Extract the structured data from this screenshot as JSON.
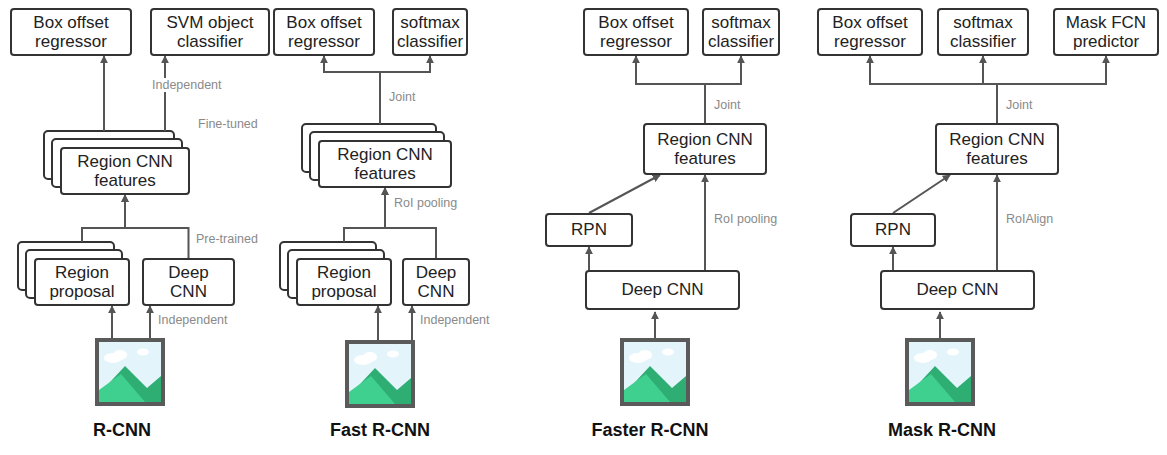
{
  "diagram": {
    "nodes": [
      {
        "text": [
          "Box offset regressor"
        ]
      },
      {
        "text": [
          "SVM object classifier"
        ]
      },
      {
        "text": [
          "Region CNN features"
        ]
      },
      {
        "text": [
          "Region proposal"
        ]
      },
      {
        "text": [
          "Deep CNN"
        ]
      },
      {
        "text": [
          "Box offset regressor"
        ]
      },
      {
        "text": [
          "softmax classifier"
        ]
      },
      {
        "text": [
          "Region CNN features"
        ]
      },
      {
        "text": [
          "Region proposal"
        ]
      },
      {
        "text": [
          "Deep CNN"
        ]
      },
      {
        "text": [
          "Box offset regressor"
        ]
      },
      {
        "text": [
          "softmax classifier"
        ]
      },
      {
        "text": [
          "Region CNN features"
        ]
      },
      {
        "text": [
          "RPN"
        ]
      },
      {
        "text": [
          "Deep CNN"
        ]
      },
      {
        "text": [
          "Box offset regressor"
        ]
      },
      {
        "text": [
          "softmax classifier"
        ]
      },
      {
        "text": [
          "Mask FCN predictor"
        ]
      },
      {
        "text": [
          "Region CNN features"
        ]
      },
      {
        "text": [
          "RPN"
        ]
      },
      {
        "text": [
          "Deep CNN"
        ]
      }
    ],
    "edges": [
      {
        "from": 2,
        "to": 0,
        "arrow": "to"
      },
      {
        "from": 2,
        "to": 1,
        "arrow": "to",
        "label": "Independent"
      },
      {
        "from": 3,
        "to": 2,
        "arrow": "to"
      },
      {
        "from": 4,
        "to": 2,
        "arrow": "to",
        "label": "Pre-trained"
      },
      {
        "from": 7,
        "to": 5,
        "arrow": "to"
      },
      {
        "from": 7,
        "to": 6,
        "arrow": "to",
        "label": "Joint"
      },
      {
        "from": 8,
        "to": 7,
        "arrow": "to"
      },
      {
        "from": 9,
        "to": 7,
        "arrow": "to",
        "label": "RoI pooling"
      },
      {
        "from": 12,
        "to": 10,
        "arrow": "to"
      },
      {
        "from": 12,
        "to": 11,
        "arrow": "to",
        "label": "Joint"
      },
      {
        "from": 14,
        "to": 13,
        "arrow": "to"
      },
      {
        "from": 13,
        "to": 12,
        "arrow": "to"
      },
      {
        "from": 14,
        "to": 12,
        "arrow": "to",
        "label": "RoI pooling"
      },
      {
        "from": 18,
        "to": 15,
        "arrow": "to"
      },
      {
        "from": 18,
        "to": 16,
        "arrow": "to",
        "label": "Joint"
      },
      {
        "from": 18,
        "to": 17,
        "arrow": "to"
      },
      {
        "from": 20,
        "to": 19,
        "arrow": "to"
      },
      {
        "from": 19,
        "to": 18,
        "arrow": "to"
      },
      {
        "from": 20,
        "to": 18,
        "arrow": "to",
        "label": "RoIAlign"
      }
    ],
    "labels": [
      "Fine-tuned",
      "Independent",
      "R-CNN",
      "Independent",
      "Fast R-CNN",
      "Faster R-CNN",
      "Mask R-CNN"
    ]
  }
}
